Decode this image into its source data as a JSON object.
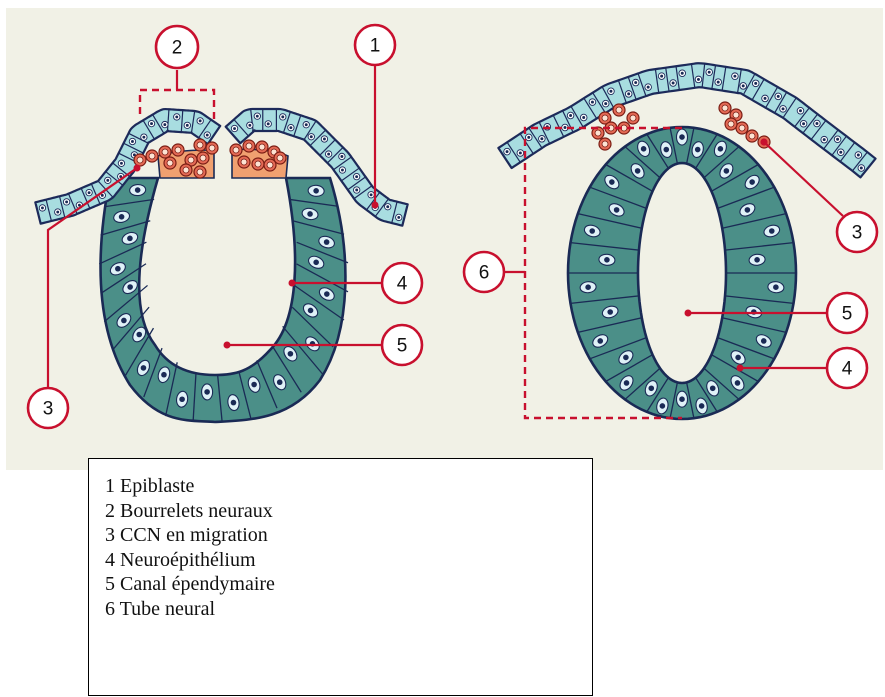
{
  "figure": {
    "colors": {
      "background": "#f1f1e6",
      "epiblast_fill": "#a8dde0",
      "epiblast_stroke": "#1d2a5a",
      "neuro_fill": "#4b8f88",
      "neuro_stroke": "#1a2a55",
      "crest_fill": "#f0a070",
      "crest_cell": "#e46a55",
      "callout_red": "#c8102e"
    },
    "callouts": {
      "left_2": "2",
      "left_1": "1",
      "left_3": "3",
      "left_4": "4",
      "left_5": "5",
      "right_6": "6",
      "right_3": "3",
      "right_5": "5",
      "right_4": "4"
    }
  },
  "legend": {
    "items": [
      "1 Epiblaste",
      "2 Bourrelets neuraux",
      "3 CCN en migration",
      "4 Neuroépithélium",
      "5 Canal épendymaire",
      "6 Tube neural"
    ]
  }
}
